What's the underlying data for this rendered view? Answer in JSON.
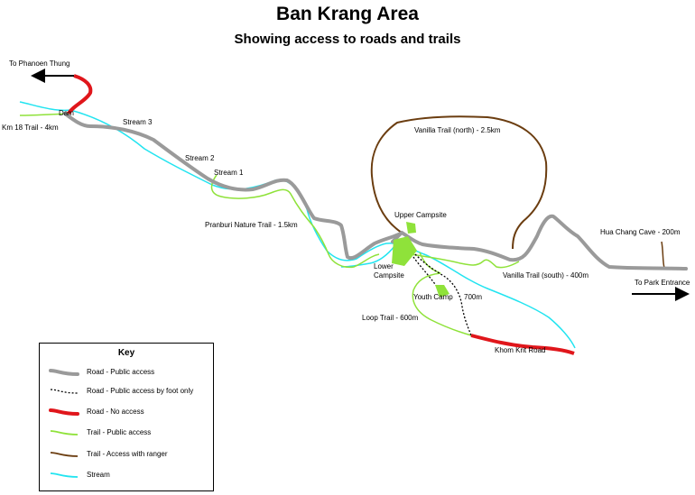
{
  "title": "Ban Krang Area",
  "subtitle": "Showing access to roads and trails",
  "colors": {
    "road_public": "#9a9a9a",
    "road_foot": "#000000",
    "road_no_access": "#e0161b",
    "trail_public": "#8fe23a",
    "trail_ranger": "#6b3d10",
    "stream": "#22e4f0",
    "campsite_fill": "#8fe23a"
  },
  "labels": {
    "phanoen": "To Phanoen Thung",
    "dam": "Dam",
    "km18": "Km 18 Trail  - 4km",
    "stream3": "Stream 3",
    "stream2": "Stream 2",
    "stream1": "Stream 1",
    "pranburi": "Pranburi Nature Trail  - 1.5km",
    "vanilla_north": "Vanilla Trail (north) - 2.5km",
    "upper_campsite": "Upper Campsite",
    "lower_campsite_1": "Lower",
    "lower_campsite_2": "Campsite",
    "youth_camp": "Youth Camp",
    "youth_dist": "700m",
    "loop_trail": "Loop Trail - 600m",
    "khom_krit": "Khom Krit Road",
    "vanilla_south": "Vanilla Trail (south) - 400m",
    "hua_chang": "Hua Chang Cave  - 200m",
    "park_entrance": "To Park Entrance"
  },
  "key": {
    "title": "Key",
    "items": [
      {
        "label": "Road - Public access",
        "type": "road_public"
      },
      {
        "label": "Road - Public access by foot only",
        "type": "road_foot"
      },
      {
        "label": "Road - No access",
        "type": "road_no_access"
      },
      {
        "label": "Trail - Public access",
        "type": "trail_public"
      },
      {
        "label": "Trail - Access with ranger",
        "type": "trail_ranger"
      },
      {
        "label": "Stream",
        "type": "stream"
      }
    ]
  }
}
